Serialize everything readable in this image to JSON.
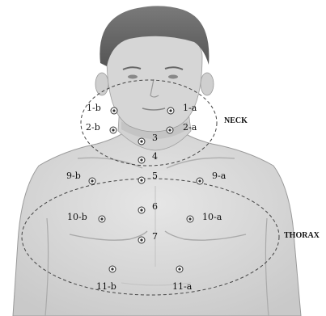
{
  "regions": {
    "neck": "NECK",
    "thorax": "THORAX"
  },
  "points": [
    {
      "id": "1-b"
    },
    {
      "id": "1-a"
    },
    {
      "id": "2-b"
    },
    {
      "id": "2-a"
    },
    {
      "id": "3"
    },
    {
      "id": "4"
    },
    {
      "id": "5"
    },
    {
      "id": "9-b"
    },
    {
      "id": "9-a"
    },
    {
      "id": "6"
    },
    {
      "id": "10-b"
    },
    {
      "id": "10-a"
    },
    {
      "id": "7"
    },
    {
      "id": "11-b"
    },
    {
      "id": "11-a"
    }
  ],
  "colors": {
    "skin": "#d8d8d8",
    "skin_shadow": "#bdbdbd",
    "hair": "#6b6b6b",
    "outline": "#555555",
    "marker": "#333333"
  }
}
